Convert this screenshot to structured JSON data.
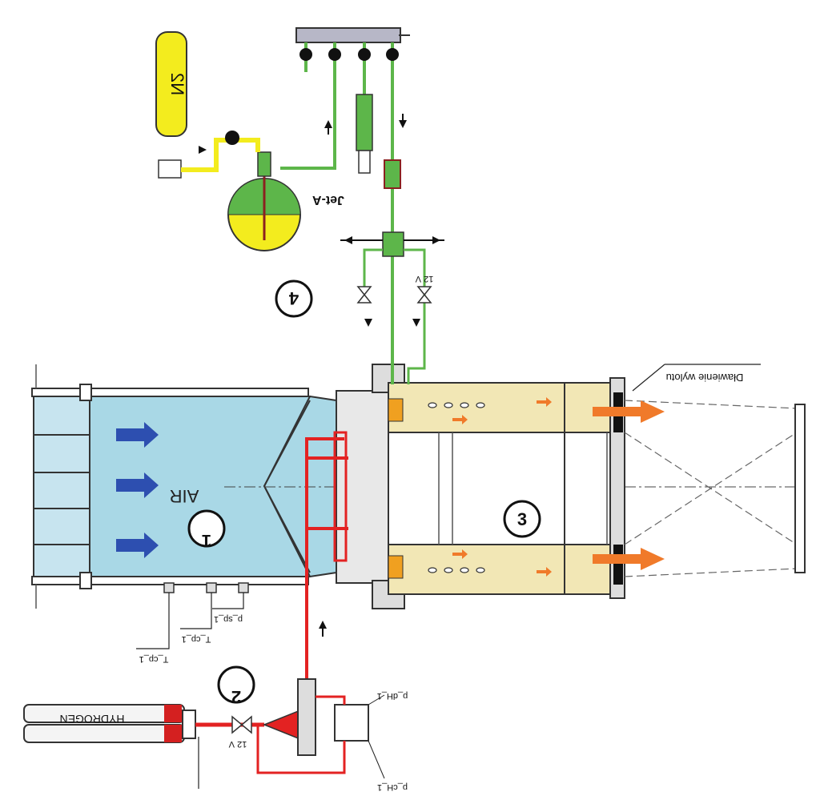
{
  "labels": {
    "hydrogen": "HYDROGEN",
    "nitrogen": "N2",
    "jet_a": "Jet-A",
    "air": "AIR",
    "exhaust_throttling": "Dławienie wylotu",
    "voltage_h2": "12 V",
    "voltage_fuel": "12 V",
    "p_dh": "p_dH_1",
    "p_ch": "p_cH_1",
    "t_cp": "T_cp_1",
    "p_sp": "p_sp_1",
    "t_cp_2": "T_cp_1"
  },
  "markers": [
    "1",
    "2",
    "3",
    "4"
  ],
  "colors": {
    "air_zone": "#a9d8e6",
    "chamber": "#f2e7b5",
    "hydrogen_line": "#e32222",
    "fuel_line": "#5db64a",
    "nitrogen": "#f3ec1e",
    "flow_arrow": "#2d4fb0",
    "exhaust_arrow": "#f07a2a",
    "manifold": "#b7b7c7"
  }
}
